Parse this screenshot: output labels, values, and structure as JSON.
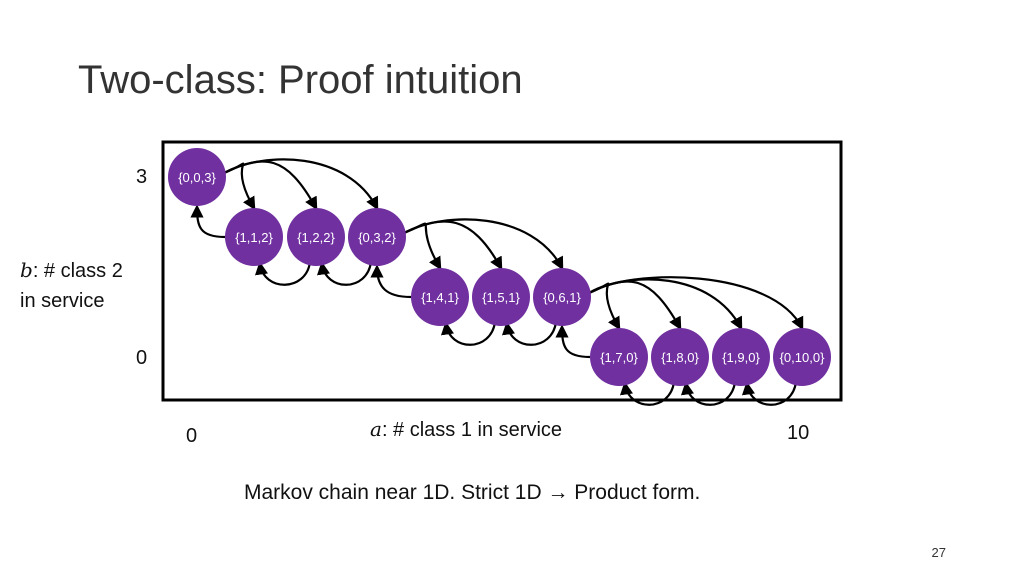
{
  "title": "Two-class: Proof intuition",
  "y_axis": {
    "label_var": "b",
    "label_rest": ": # class 2",
    "label_line2": "in service",
    "tick_top": "3",
    "tick_bottom": "0"
  },
  "x_axis": {
    "label_var": "a",
    "label_rest": ": # class 1 in service",
    "tick_left": "0",
    "tick_right": "10"
  },
  "caption": "Markov chain near 1D. Strict 1D → Product form.",
  "page_number": "27",
  "node_color": "#7030a0",
  "nodes": [
    {
      "label": "{0,0,3}",
      "level": 3
    },
    {
      "label": "{1,1,2}",
      "level": 2
    },
    {
      "label": "{1,2,2}",
      "level": 2
    },
    {
      "label": "{0,3,2}",
      "level": 2
    },
    {
      "label": "{1,4,1}",
      "level": 1
    },
    {
      "label": "{1,5,1}",
      "level": 1
    },
    {
      "label": "{0,6,1}",
      "level": 1
    },
    {
      "label": "{1,7,0}",
      "level": 0
    },
    {
      "label": "{1,8,0}",
      "level": 0
    },
    {
      "label": "{1,9,0}",
      "level": 0
    },
    {
      "label": "{0,10,0}",
      "level": 0
    }
  ]
}
